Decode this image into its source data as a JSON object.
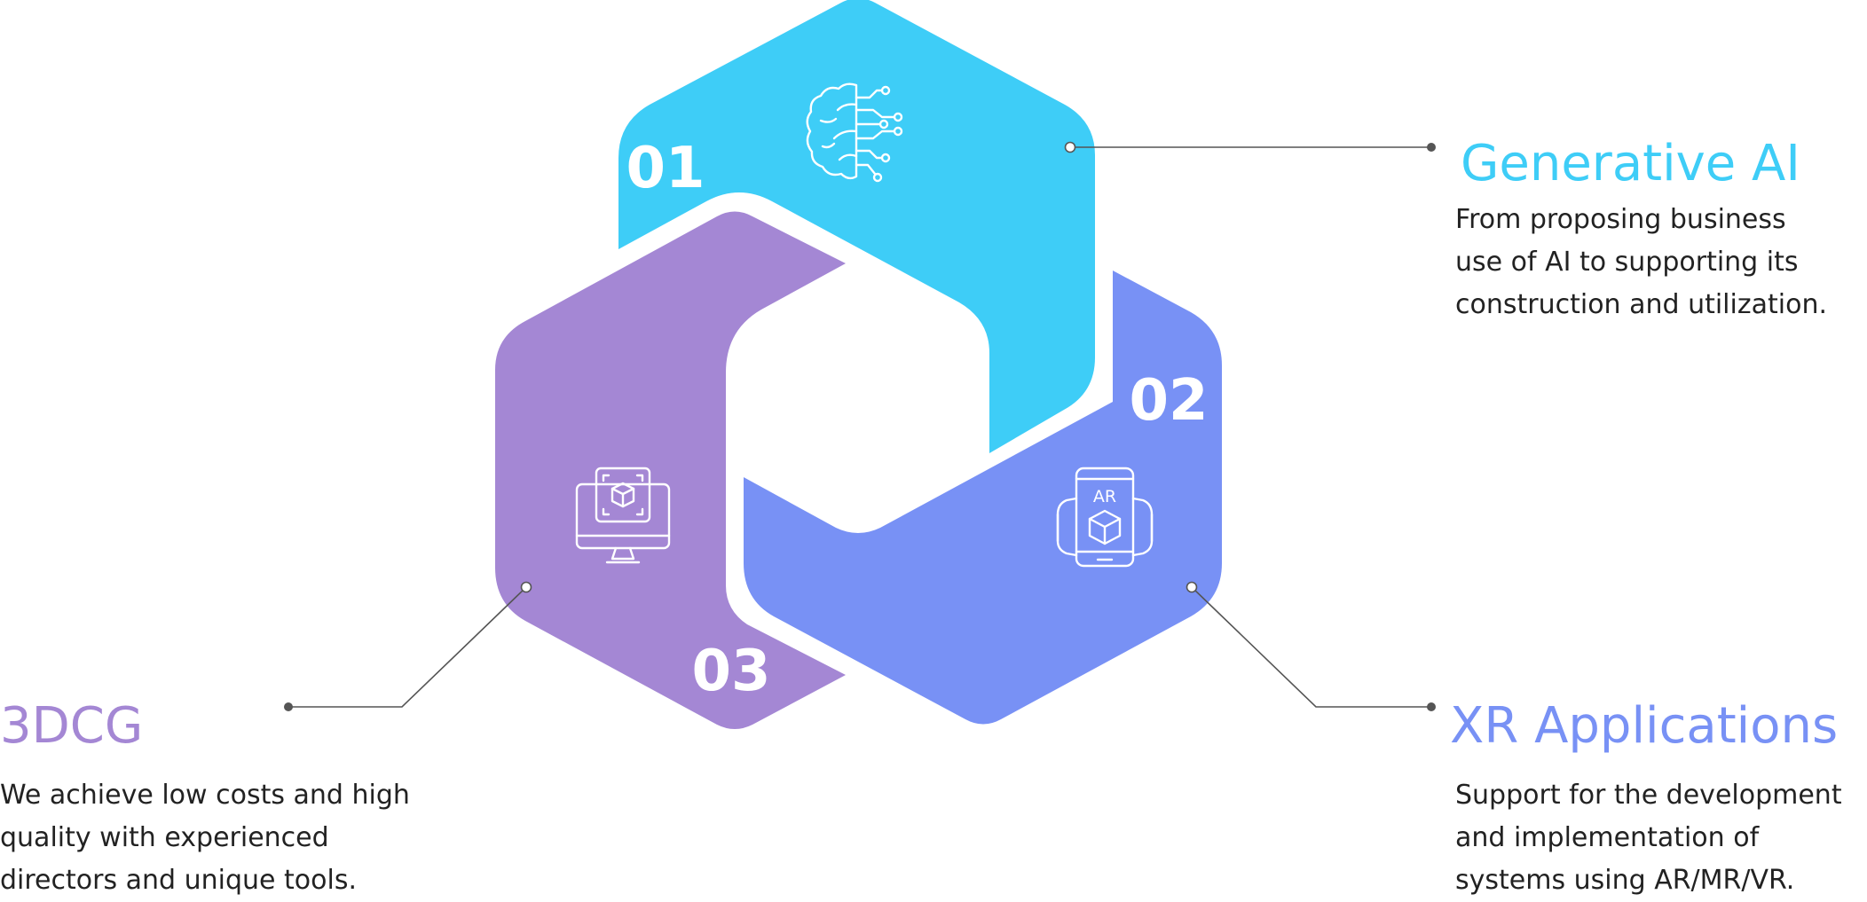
{
  "colors": {
    "segment_01": "#3ECDF7",
    "segment_02": "#7891F5",
    "segment_03": "#A487D4",
    "line": "#555555",
    "text": "#222222"
  },
  "segments": [
    {
      "number": "01",
      "icon": "brain-circuit-icon",
      "heading": "Generative AI",
      "description": "From proposing business\nuse of AI to supporting its\nconstruction and utilization."
    },
    {
      "number": "02",
      "icon": "ar-phone-cube-icon",
      "icon_label": "AR",
      "heading": "XR Applications",
      "description": "Support for the development\nand implementation of\nsystems using AR/MR/VR."
    },
    {
      "number": "03",
      "icon": "monitor-3d-cube-icon",
      "heading": "3DCG",
      "description": "We achieve low costs and high\nquality with experienced\ndirectors and unique tools."
    }
  ]
}
